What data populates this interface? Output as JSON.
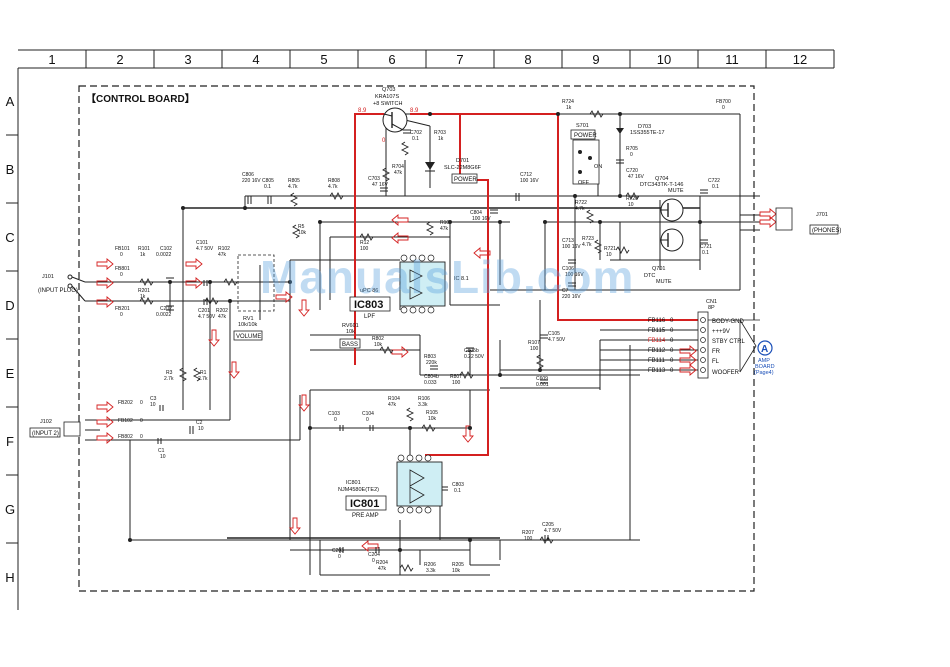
{
  "grid": {
    "columns": [
      "1",
      "2",
      "3",
      "4",
      "5",
      "6",
      "7",
      "8",
      "9",
      "10",
      "11",
      "12"
    ],
    "rows": [
      "A",
      "B",
      "C",
      "D",
      "E",
      "F",
      "G",
      "H"
    ]
  },
  "board_title": "【CONTROL BOARD】",
  "watermark": "ManualsLib.com",
  "colors": {
    "line": "#222222",
    "power_path": "#d42020",
    "ic_fill": "#cfeef4",
    "watermark": "#5aa0dc"
  },
  "ics": {
    "ic803": {
      "label": "IC803",
      "ref": "IC\n8.1",
      "part": "uPC\n86",
      "func": "LPF"
    },
    "ic801": {
      "label": "IC801",
      "ref": "IC801",
      "part": "NJM4580E(TE2)",
      "func": "PRE AMP"
    }
  },
  "transistors": {
    "q703": {
      "ref": "Q703",
      "part": "KRA107S",
      "func": "+8 SWITCH"
    },
    "q704": {
      "ref": "Q704",
      "part": "DTC343TK-T-146",
      "func": "MUTE"
    },
    "q701": {
      "ref": "Q701",
      "part": "DTC",
      "func": "MUTE"
    }
  },
  "switch": {
    "ref": "S701",
    "name": "POWER",
    "on": "ON",
    "off": "OFF"
  },
  "led": {
    "ref": "D701",
    "part": "SLC-22M8G6F",
    "name": "POWER"
  },
  "diode": {
    "ref": "D703",
    "part": "1SS355TE-17"
  },
  "connectors": {
    "j101": {
      "ref": "J101",
      "name": "(INPUT PLUG)"
    },
    "j102": {
      "ref": "J102",
      "name": "(INPUT 2)"
    },
    "j701": {
      "ref": "J701",
      "name": "(PHONES)"
    },
    "cn1": {
      "ref": "CN1",
      "pins": "8P"
    }
  },
  "cn1_signals": [
    {
      "fb": "FB116",
      "val": "0",
      "name": "BODY-GND"
    },
    {
      "fb": "FB115",
      "val": "0",
      "name": "+++9V"
    },
    {
      "fb": "FB114",
      "val": "0",
      "name": "STBY CTRL"
    },
    {
      "fb": "FB112",
      "val": "0",
      "name": "FR"
    },
    {
      "fb": "FB111",
      "val": "0",
      "name": "FL"
    },
    {
      "fb": "FB113",
      "val": "0",
      "name": "WOOFER"
    }
  ],
  "amp_ref": {
    "letter": "A",
    "line1": "AMP",
    "line2": "BOARD",
    "line3": "(Page4)"
  },
  "controls": {
    "volume": {
      "ref": "RV1",
      "value": "10k/10k",
      "name": "VOLUME"
    },
    "bass": {
      "ref": "RV601",
      "value": "10k",
      "name": "BASS"
    }
  },
  "components": [
    {
      "ref": "R724",
      "val": "1k"
    },
    {
      "ref": "FB700",
      "val": "0"
    },
    {
      "ref": "C702",
      "val": "0.1"
    },
    {
      "ref": "R703",
      "val": "1k"
    },
    {
      "ref": "R704",
      "val": "47k"
    },
    {
      "ref": "C703",
      "val": "47\n16V"
    },
    {
      "ref": "R705",
      "val": "0"
    },
    {
      "ref": "C720",
      "val": "47\n16V"
    },
    {
      "ref": "C722",
      "val": "0.1"
    },
    {
      "ref": "C806",
      "val": "220\n16V"
    },
    {
      "ref": "C805",
      "val": "0.1"
    },
    {
      "ref": "R805",
      "val": "4.7k"
    },
    {
      "ref": "R808",
      "val": "4.7k"
    },
    {
      "ref": "C712",
      "val": "100\n16V"
    },
    {
      "ref": "R722",
      "val": "4.7k"
    },
    {
      "ref": "R720",
      "val": "10"
    },
    {
      "ref": "C804",
      "val": "100\n16V"
    },
    {
      "ref": "R10",
      "val": "47k"
    },
    {
      "ref": "R5",
      "val": "10k"
    },
    {
      "ref": "R12",
      "val": "100"
    },
    {
      "ref": "C713",
      "val": "100\n16V"
    },
    {
      "ref": "R723",
      "val": "4.7k"
    },
    {
      "ref": "R721",
      "val": "10"
    },
    {
      "ref": "FB101",
      "val": "0"
    },
    {
      "ref": "R101",
      "val": "1k"
    },
    {
      "ref": "C102",
      "val": "0.0022"
    },
    {
      "ref": "C101",
      "val": "4.7\n50V"
    },
    {
      "ref": "R102",
      "val": "47k"
    },
    {
      "ref": "C721",
      "val": "0.1"
    },
    {
      "ref": "FB801",
      "val": "0"
    },
    {
      "ref": "R201",
      "val": "1k"
    },
    {
      "ref": "FB201",
      "val": "0"
    },
    {
      "ref": "C202",
      "val": "0.0022"
    },
    {
      "ref": "C201",
      "val": "4.7\n50V"
    },
    {
      "ref": "R202",
      "val": "47k"
    },
    {
      "ref": "C106",
      "val": "100\n16V"
    },
    {
      "ref": "C7",
      "val": "220\n16V"
    },
    {
      "ref": "C105",
      "val": "4.7\n50V"
    },
    {
      "ref": "R107",
      "val": "100"
    },
    {
      "ref": "R802",
      "val": "10k"
    },
    {
      "ref": "R803",
      "val": "220k"
    },
    {
      "ref": "C805b",
      "val": "0.22\n50V"
    },
    {
      "ref": "R3",
      "val": "2.7k"
    },
    {
      "ref": "R1",
      "val": "2.7k"
    },
    {
      "ref": "C804b",
      "val": "0.033"
    },
    {
      "ref": "R807",
      "val": "100"
    },
    {
      "ref": "C609",
      "val": "0.001"
    },
    {
      "ref": "FB202",
      "val": "0"
    },
    {
      "ref": "C3",
      "val": "10"
    },
    {
      "ref": "R104",
      "val": "47k"
    },
    {
      "ref": "R106",
      "val": "3.3k"
    },
    {
      "ref": "FB102",
      "val": "0"
    },
    {
      "ref": "C103",
      "val": "0"
    },
    {
      "ref": "C104",
      "val": "0"
    },
    {
      "ref": "R105",
      "val": "10k"
    },
    {
      "ref": "C2",
      "val": "10"
    },
    {
      "ref": "FB802",
      "val": "0"
    },
    {
      "ref": "C1",
      "val": "10"
    },
    {
      "ref": "C803",
      "val": "0.1"
    },
    {
      "ref": "C205",
      "val": "4.7\n50V"
    },
    {
      "ref": "R207",
      "val": "100"
    },
    {
      "ref": "C203",
      "val": "0"
    },
    {
      "ref": "C204",
      "val": "0"
    },
    {
      "ref": "R204",
      "val": "47k"
    },
    {
      "ref": "R206",
      "val": "3.3k"
    },
    {
      "ref": "R205",
      "val": "10k"
    }
  ],
  "voltages": {
    "v_a": "8.9",
    "v_b": "8.9",
    "v_c": "0"
  }
}
